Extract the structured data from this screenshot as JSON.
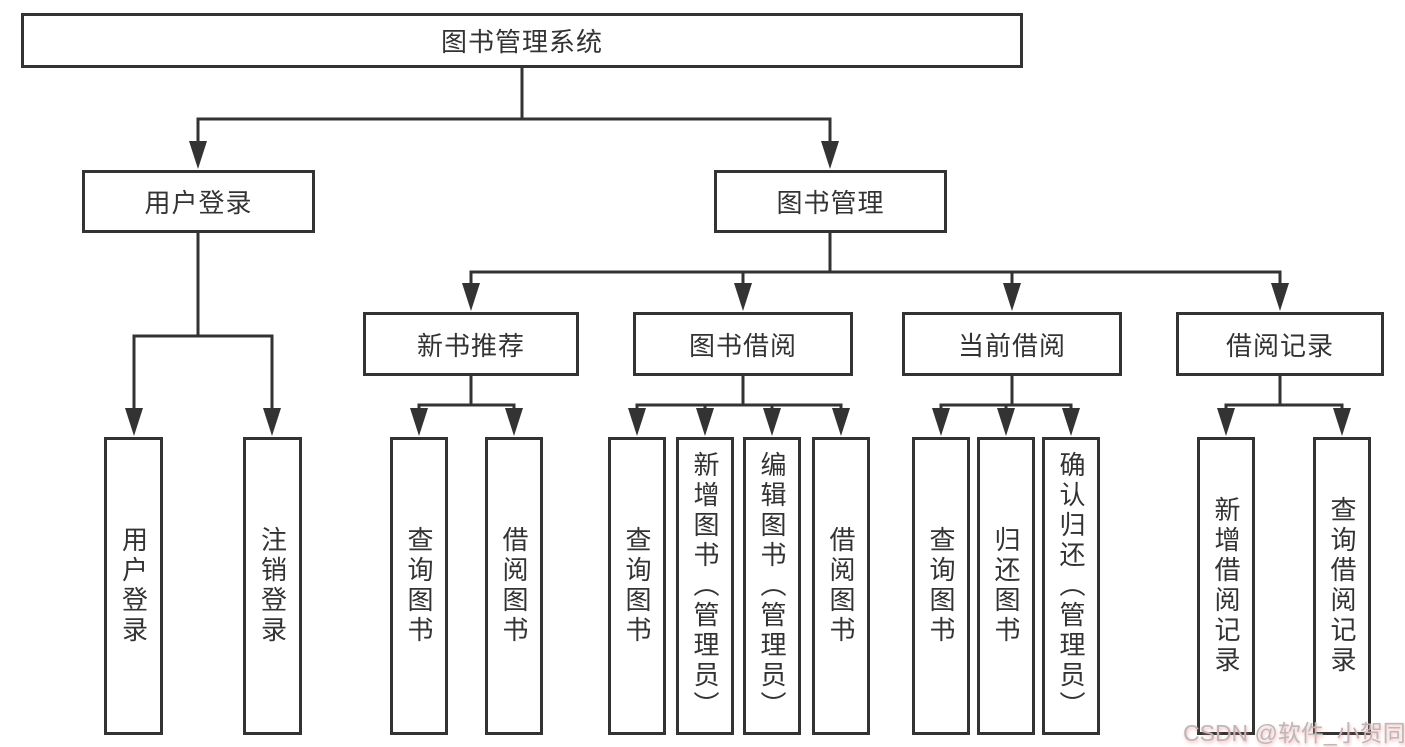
{
  "diagram": {
    "type": "tree",
    "root": {
      "label": "图书管理系统",
      "children": [
        {
          "label": "用户登录",
          "children": [
            {
              "label": "用户登录"
            },
            {
              "label": "注销登录"
            }
          ]
        },
        {
          "label": "图书管理",
          "children": [
            {
              "label": "新书推荐",
              "children": [
                {
                  "label": "查询图书"
                },
                {
                  "label": "借阅图书"
                }
              ]
            },
            {
              "label": "图书借阅",
              "children": [
                {
                  "label": "查询图书"
                },
                {
                  "label": "新增图书（管理员）"
                },
                {
                  "label": "编辑图书（管理员）"
                },
                {
                  "label": "借阅图书"
                }
              ]
            },
            {
              "label": "当前借阅",
              "children": [
                {
                  "label": "查询图书"
                },
                {
                  "label": "归还图书"
                },
                {
                  "label": "确认归还（管理员）"
                }
              ]
            },
            {
              "label": "借阅记录",
              "children": [
                {
                  "label": "新增借阅记录"
                },
                {
                  "label": "查询借阅记录"
                }
              ]
            }
          ]
        }
      ]
    }
  },
  "watermark": {
    "text": "CSDN @软件_小贺同学"
  },
  "colors": {
    "line": "#333333",
    "box_border": "#333333",
    "text": "#333333",
    "background": "#ffffff",
    "watermark_text": "#b9b9b9",
    "watermark_shadow": "#f77777"
  }
}
